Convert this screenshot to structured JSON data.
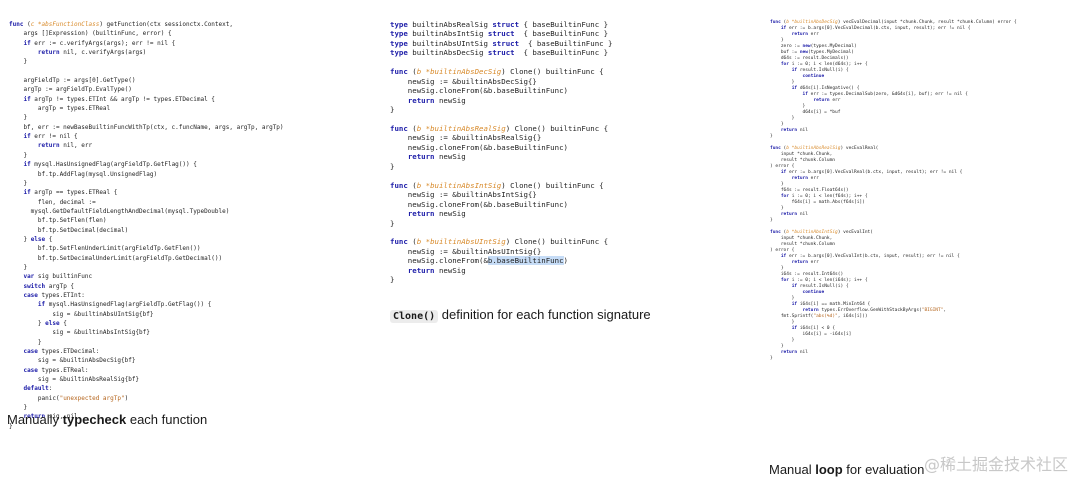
{
  "panels": [
    {
      "caption_pre": "Manually ",
      "caption_bold": "typecheck",
      "caption_post": " each function",
      "code_lines": [
        "func (c *absFunctionClass) getFunction(ctx sessionctx.Context,",
        "    args []Expression) (builtinFunc, error) {",
        "    if err := c.verifyArgs(args); err != nil {",
        "        return nil, c.verifyArgs(args)",
        "    }",
        "",
        "    argFieldTp := args[0].GetType()",
        "    argTp := argFieldTp.EvalType()",
        "    if argTp != types.ETInt && argTp != types.ETDecimal {",
        "        argTp = types.ETReal",
        "    }",
        "    bf, err := newBaseBuiltinFuncWithTp(ctx, c.funcName, args, argTp, argTp)",
        "    if err != nil {",
        "        return nil, err",
        "    }",
        "    if mysql.HasUnsignedFlag(argFieldTp.GetFlag()) {",
        "        bf.tp.AddFlag(mysql.UnsignedFlag)",
        "    }",
        "    if argTp == types.ETReal {",
        "        flen, decimal :=",
        "      mysql.GetDefaultFieldLengthAndDecimal(mysql.TypeDouble)",
        "        bf.tp.SetFlen(flen)",
        "        bf.tp.SetDecimal(decimal)",
        "    } else {",
        "        bf.tp.SetFlenUnderLimit(argFieldTp.GetFlen())",
        "        bf.tp.SetDecimalUnderLimit(argFieldTp.GetDecimal())",
        "    }",
        "    var sig builtinFunc",
        "    switch argTp {",
        "    case types.ETInt:",
        "        if mysql.HasUnsignedFlag(argFieldTp.GetFlag()) {",
        "            sig = &builtinAbsUIntSig{bf}",
        "        } else {",
        "            sig = &builtinAbsIntSig{bf}",
        "        }",
        "    case types.ETDecimal:",
        "        sig = &builtinAbsDecSig{bf}",
        "    case types.ETReal:",
        "        sig = &builtinAbsRealSig{bf}",
        "    default:",
        "        panic(\"unexpected argTp\")",
        "    }",
        "    return sig, nil",
        "}"
      ]
    },
    {
      "caption_code": "Clone()",
      "caption_post": " definition for each function signature",
      "code_lines": [
        "type builtinAbsRealSig struct { baseBuiltinFunc }",
        "type builtinAbsIntSig struct  { baseBuiltinFunc }",
        "type builtinAbsUIntSig struct  { baseBuiltinFunc }",
        "type builtinAbsDecSig struct  { baseBuiltinFunc }",
        "",
        "func (b *builtinAbsDecSig) Clone() builtinFunc {",
        "    newSig := &builtinAbsDecSig{}",
        "    newSig.cloneFrom(&b.baseBuiltinFunc)",
        "    return newSig",
        "}",
        "",
        "func (b *builtinAbsRealSig) Clone() builtinFunc {",
        "    newSig := &builtinAbsRealSig{}",
        "    newSig.cloneFrom(&b.baseBuiltinFunc)",
        "    return newSig",
        "}",
        "",
        "func (b *builtinAbsIntSig) Clone() builtinFunc {",
        "    newSig := &builtinAbsIntSig{}",
        "    newSig.cloneFrom(&b.baseBuiltinFunc)",
        "    return newSig",
        "}",
        "",
        "func (b *builtinAbsUIntSig) Clone() builtinFunc {",
        "    newSig := &builtinAbsUIntSig{}",
        "    newSig.cloneFrom(&b.baseBuiltinFunc)",
        "    return newSig",
        "}"
      ]
    },
    {
      "caption_pre": "Manual ",
      "caption_bold": "loop",
      "caption_post": " for evaluation",
      "code_lines": [
        "func (b *builtinAbsDecSig) vecEvalDecimal(input *chunk.Chunk, result *chunk.Column) error {",
        "    if err := b.args[0].VecEvalDecimal(b.ctx, input, result); err != nil {",
        "        return err",
        "    }",
        "    zero := new(types.MyDecimal)",
        "    buf := new(types.MyDecimal)",
        "    d64s := result.Decimals()",
        "    for i := 0; i < len(d64s); i++ {",
        "        if result.IsNull(i) {",
        "            continue",
        "        }",
        "        if d64s[i].IsNegative() {",
        "            if err := types.DecimalSub(zero, &d64s[i], buf); err != nil {",
        "                return err",
        "            }",
        "            d64s[i] = *buf",
        "        }",
        "    }",
        "    return nil",
        "}",
        "",
        "func (b *builtinAbsRealSig) vecEvalReal(",
        "    input *chunk.Chunk,",
        "    result *chunk.Column",
        ") error {",
        "    if err := b.args[0].VecEvalReal(b.ctx, input, result); err != nil {",
        "        return err",
        "    }",
        "    f64s := result.Float64s()",
        "    for i := 0; i < len(f64s); i++ {",
        "        f64s[i] = math.Abs(f64s[i])",
        "    }",
        "    return nil",
        "}",
        "",
        "func (b *builtinAbsIntSig) vecEvalInt(",
        "    input *chunk.Chunk,",
        "    result *chunk.Column",
        ") error {",
        "    if err := b.args[0].VecEvalInt(b.ctx, input, result); err != nil {",
        "        return err",
        "    }",
        "    i64s := result.Int64s()",
        "    for i := 0; i < len(i64s); i++ {",
        "        if result.IsNull(i) {",
        "            continue",
        "        }",
        "        if i64s[i] == math.MinInt64 {",
        "            return types.ErrOverflow.GenWithStackByArgs(\"BIGINT\",",
        "    fmt.Sprintf(\"abs(%d)\", i64s[i]))",
        "        }",
        "        if i64s[i] < 0 {",
        "            i64s[i] = -i64s[i]",
        "        }",
        "    }",
        "    return nil",
        "}"
      ]
    }
  ],
  "highlight_text": "b.baseBuiltinFunc",
  "watermark": "@稀土掘金技术社区"
}
